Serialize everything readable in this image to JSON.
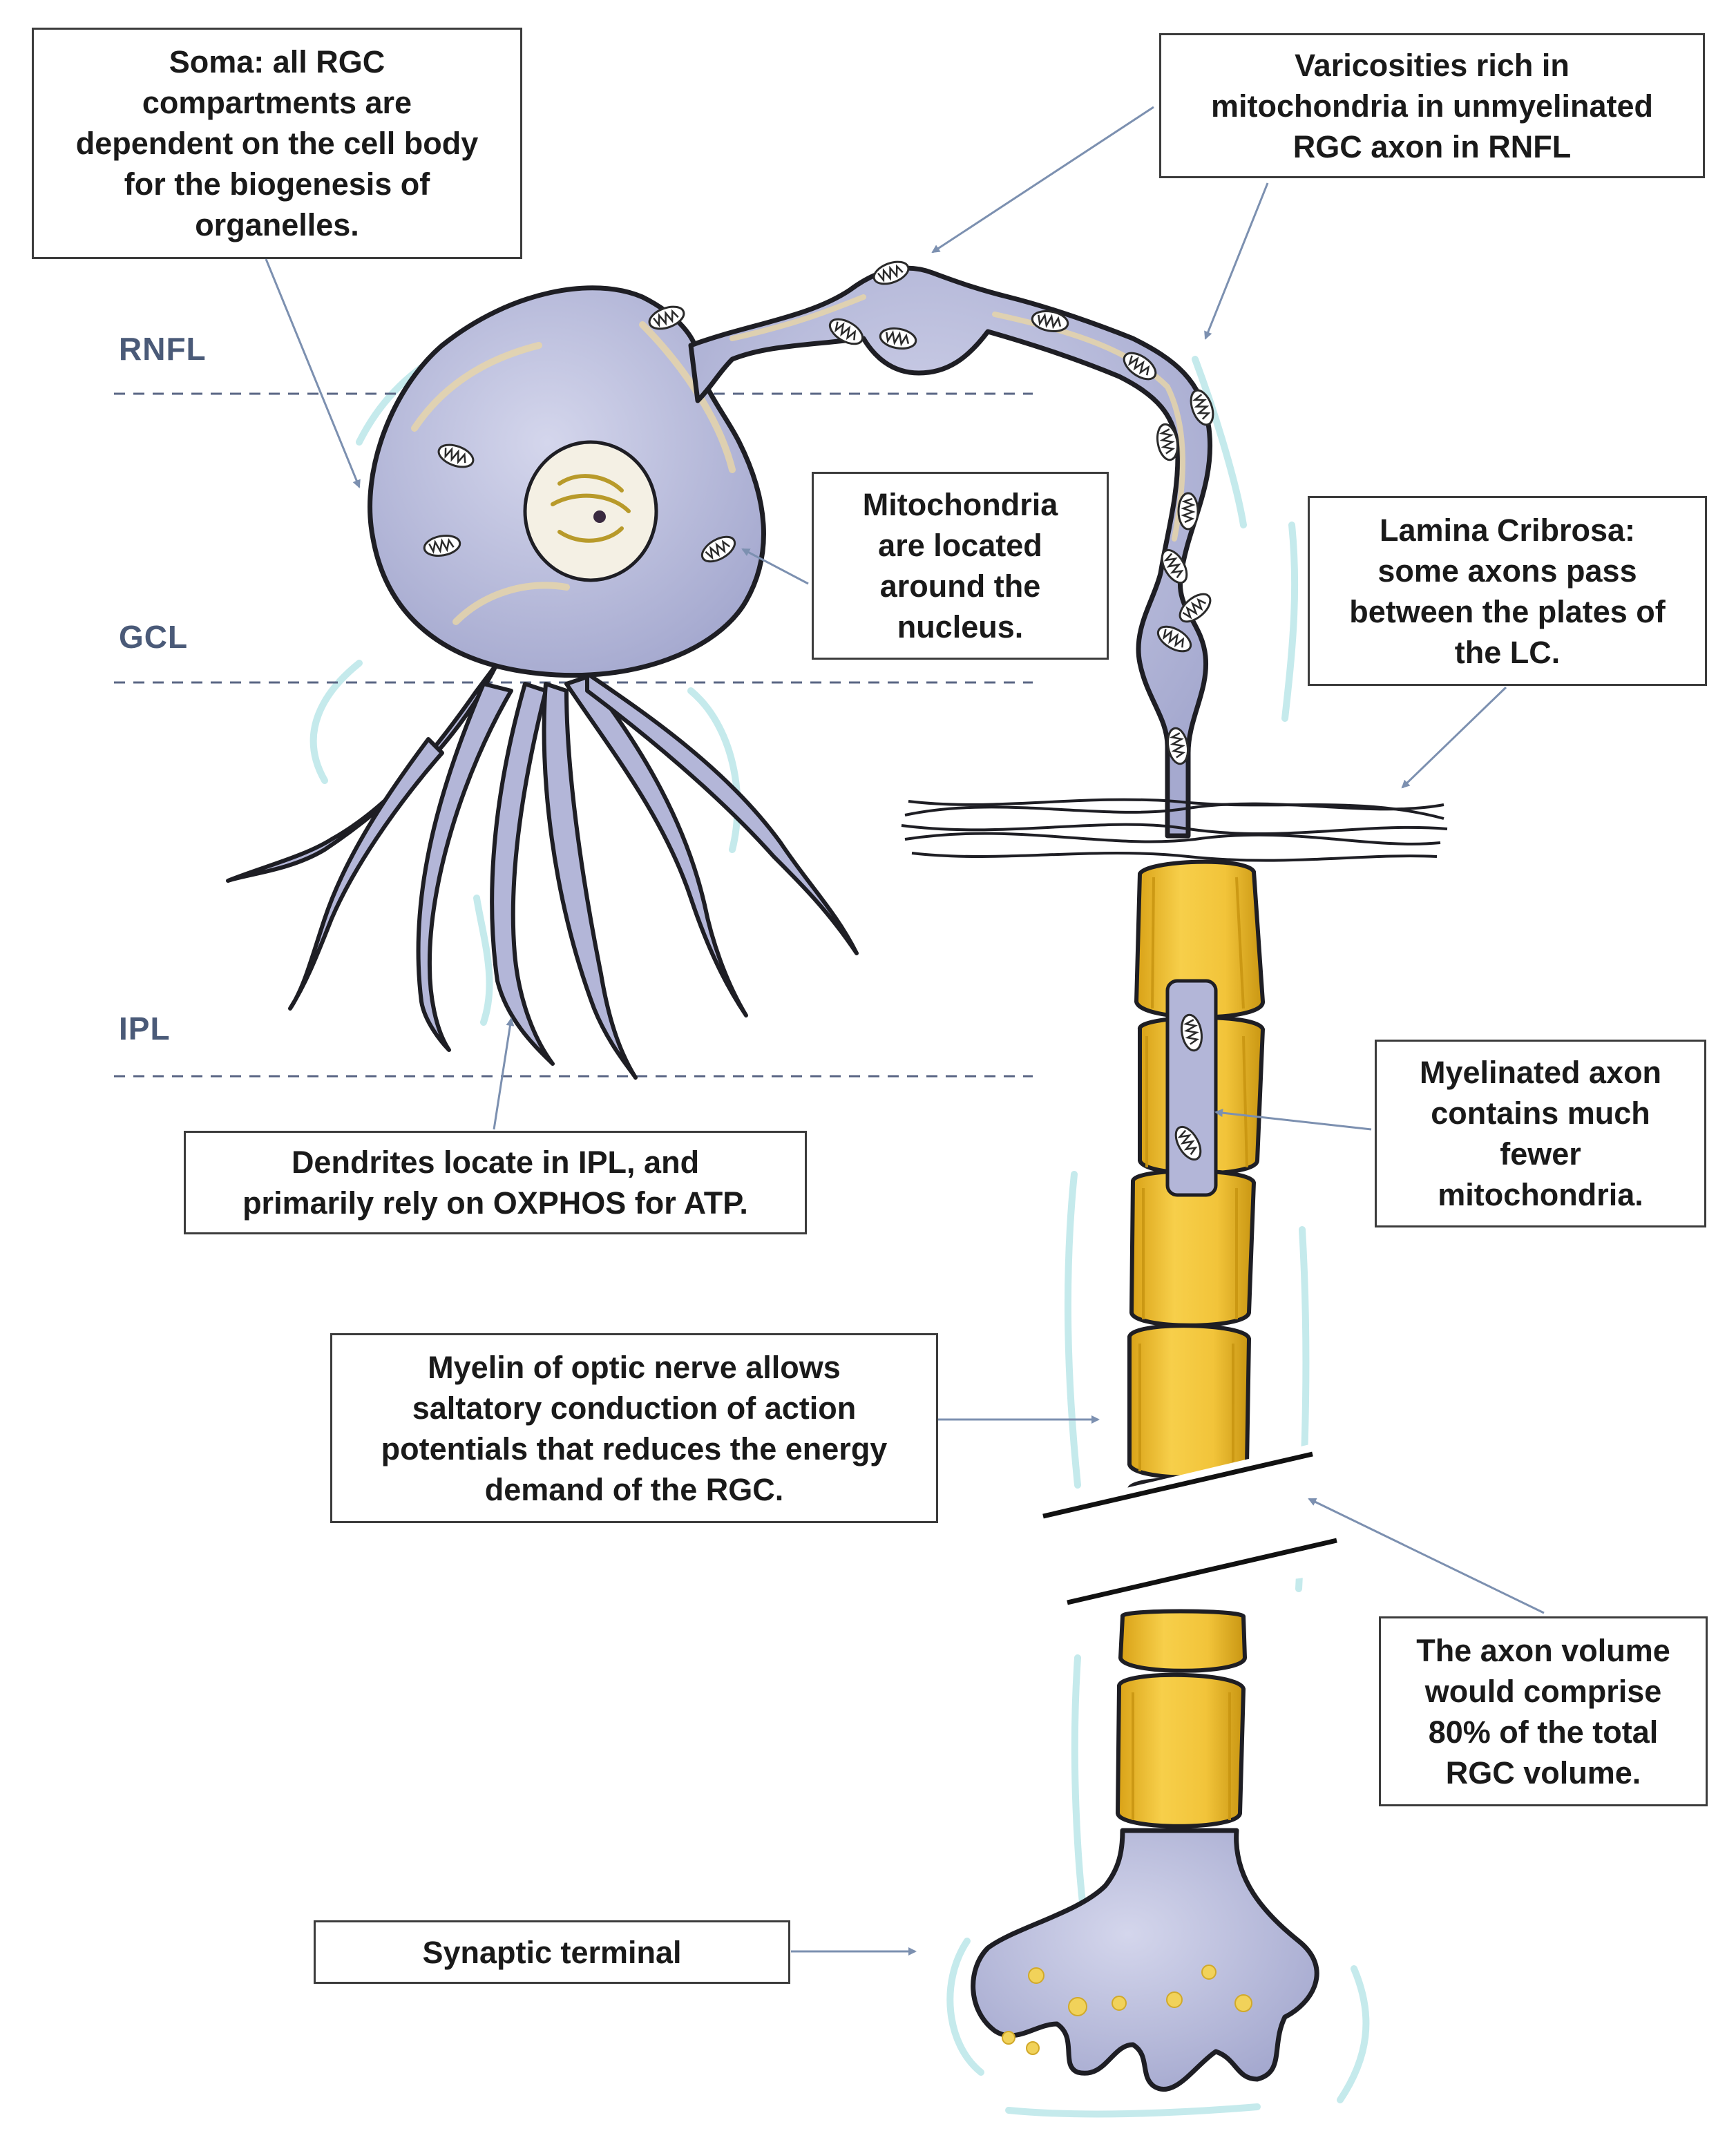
{
  "layers": [
    {
      "id": "rnfl",
      "label": "RNFL"
    },
    {
      "id": "gcl",
      "label": "GCL"
    },
    {
      "id": "ipl",
      "label": "IPL"
    }
  ],
  "callouts": {
    "soma": "Soma: all RGC\ncompartments are\ndependent on the cell body\nfor the biogenesis of\norganelles.",
    "varicosities": "Varicosities rich in\nmitochondria in unmyelinated\nRGC axon in RNFL",
    "mitochondria_nucleus": "Mitochondria\nare located\naround the\nnucleus.",
    "lamina_cribrosa": "Lamina Cribrosa:\nsome axons pass\nbetween the plates of\nthe LC.",
    "myelinated_axon": "Myelinated axon\ncontains much\nfewer\nmitochondria.",
    "dendrites": "Dendrites locate in IPL, and\nprimarily rely on OXPHOS for ATP.",
    "myelin_optic_nerve": "Myelin of optic nerve allows\nsaltatory conduction of action\npotentials that reduces the energy\ndemand of the RGC.",
    "axon_volume": "The axon volume\nwould comprise\n80% of the total\nRGC volume.",
    "synaptic_terminal": "Synaptic terminal"
  },
  "colors": {
    "cell_fill": "#b3b6d8",
    "cell_outline": "#1e1e24",
    "myelin_fill": "#f2c43a",
    "myelin_dark": "#c99612",
    "glow": "#bfe8ea",
    "layer_line": "#5a6684",
    "arrow": "#7c90b0",
    "nucleus_fill": "#f4f0e4"
  }
}
